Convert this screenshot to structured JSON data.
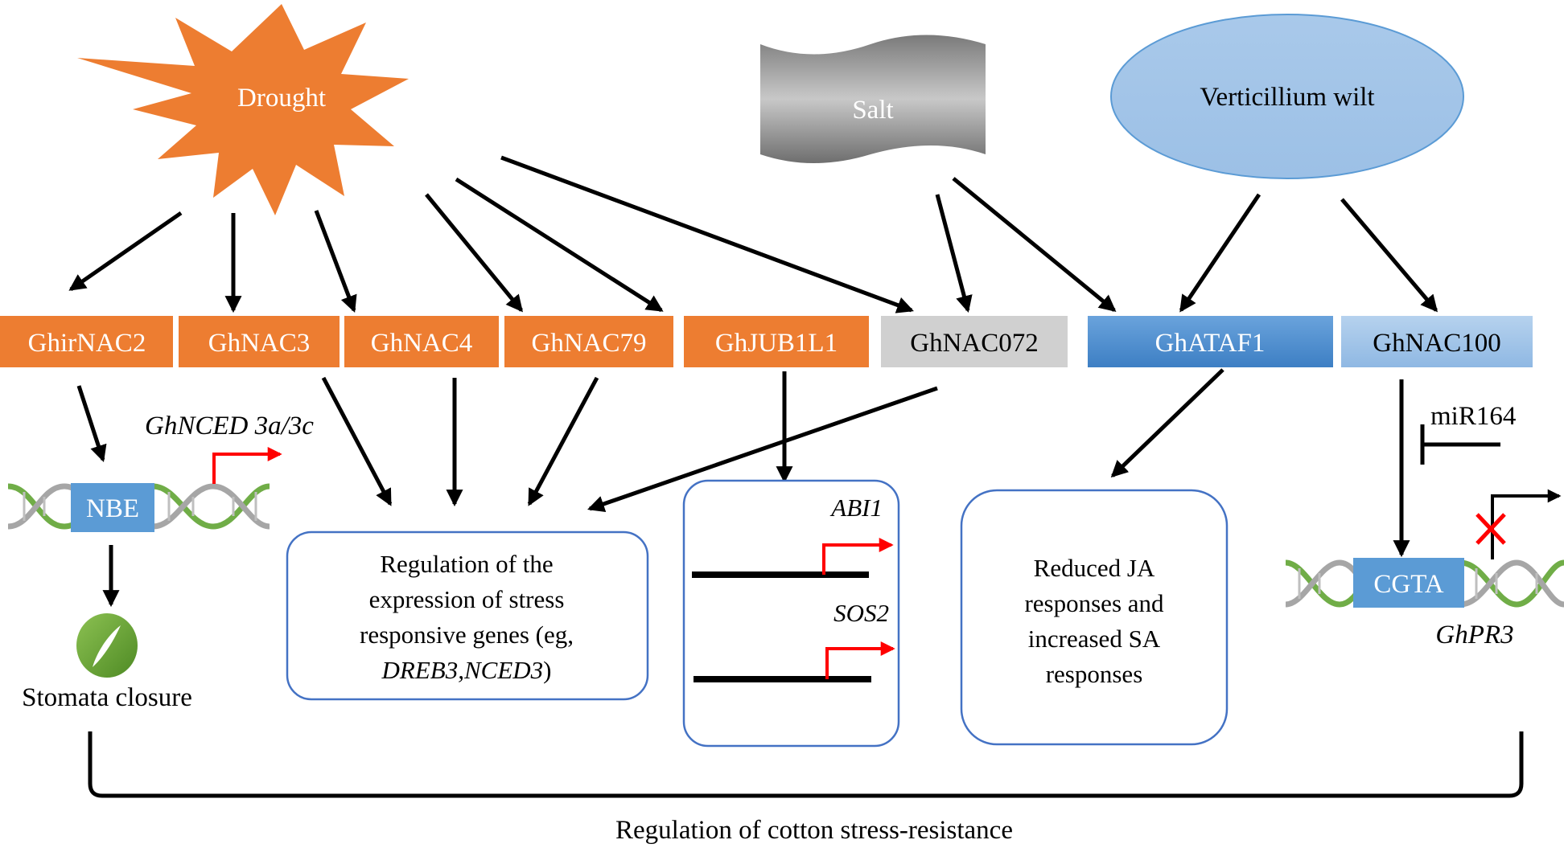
{
  "stimuli": {
    "drought": "Drought",
    "salt": "Salt",
    "verticillium": "Verticillium wilt"
  },
  "genes": {
    "ghirnac2": "GhirNAC2",
    "ghnac3": "GhNAC3",
    "ghnac4": "GhNAC4",
    "ghnac79": "GhNAC79",
    "ghjub1l1": "GhJUB1L1",
    "ghnac072": "GhNAC072",
    "ghataf1": "GhATAF1",
    "ghnac100": "GhNAC100"
  },
  "elements": {
    "nbe": "NBE",
    "nced": "GhNCED 3a/3c",
    "stomata": "Stomata closure",
    "cgta": "CGTA",
    "ghpr3": "GhPR3",
    "mir164": "miR164",
    "abi1": "ABI1",
    "sos2": "SOS2"
  },
  "boxes": {
    "regulation_lines": [
      "Regulation of the",
      "expression of stress",
      "responsive genes (eg,"
    ],
    "regulation_genes": "DREB3,NCED3",
    "regulation_close": ")",
    "ja_lines": [
      "Reduced JA",
      "responses and",
      "increased SA",
      "responses"
    ]
  },
  "footer": "Regulation of cotton stress-resistance",
  "colors": {
    "orange": "#ED7D31",
    "gray": "#D0D0D0",
    "blue": "#5B9BD5",
    "light_blue": "#9DC3E6",
    "box_border": "#4472C4",
    "red": "#FF0000",
    "green": "#70AD47"
  }
}
